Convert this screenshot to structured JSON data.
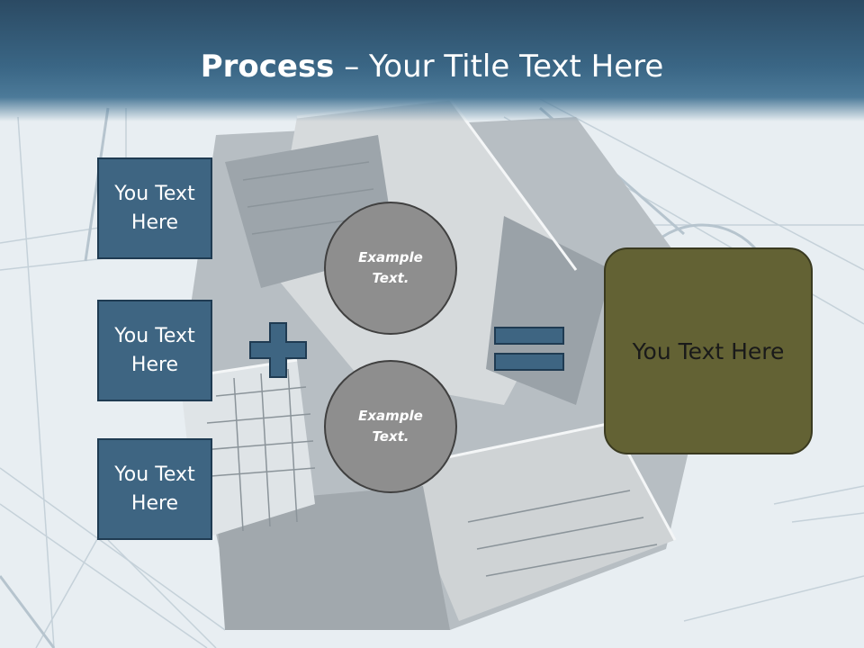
{
  "title": {
    "bold": "Process",
    "rest": " – Your Title Text Here"
  },
  "left_boxes": [
    {
      "label": "You Text Here"
    },
    {
      "label": "You Text Here"
    },
    {
      "label": "You Text Here"
    }
  ],
  "circles": [
    {
      "label": "Example Text."
    },
    {
      "label": "Example Text."
    }
  ],
  "result": {
    "label": "You Text Here"
  },
  "colors": {
    "header": "#3a6685",
    "box_fill": "#3e6582",
    "circle_fill": "#8e8e8e",
    "result_fill": "#636234"
  },
  "icons": {
    "operator_1": "plus-icon",
    "operator_2": "equals-icon"
  }
}
